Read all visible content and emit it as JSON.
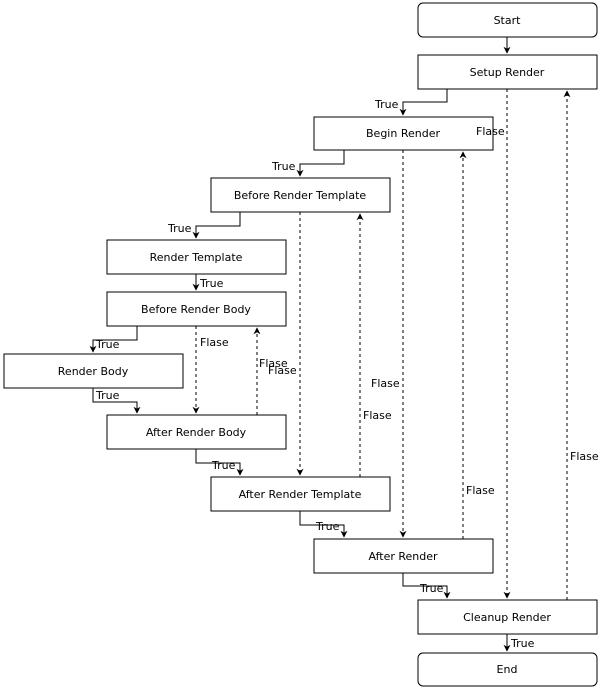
{
  "nodes": {
    "start": "Start",
    "setup_render": "Setup Render",
    "begin_render": "Begin Render",
    "before_render_template": "Before Render Template",
    "render_template": "Render Template",
    "before_render_body": "Before Render Body",
    "render_body": "Render Body",
    "after_render_body": "After Render Body",
    "after_render_template": "After Render Template",
    "after_render": "After Render",
    "cleanup_render": "Cleanup Render",
    "end": "End"
  },
  "edge_labels": {
    "true": "True",
    "false": "Flase"
  },
  "colors": {
    "stroke": "#000000",
    "background": "#ffffff"
  }
}
